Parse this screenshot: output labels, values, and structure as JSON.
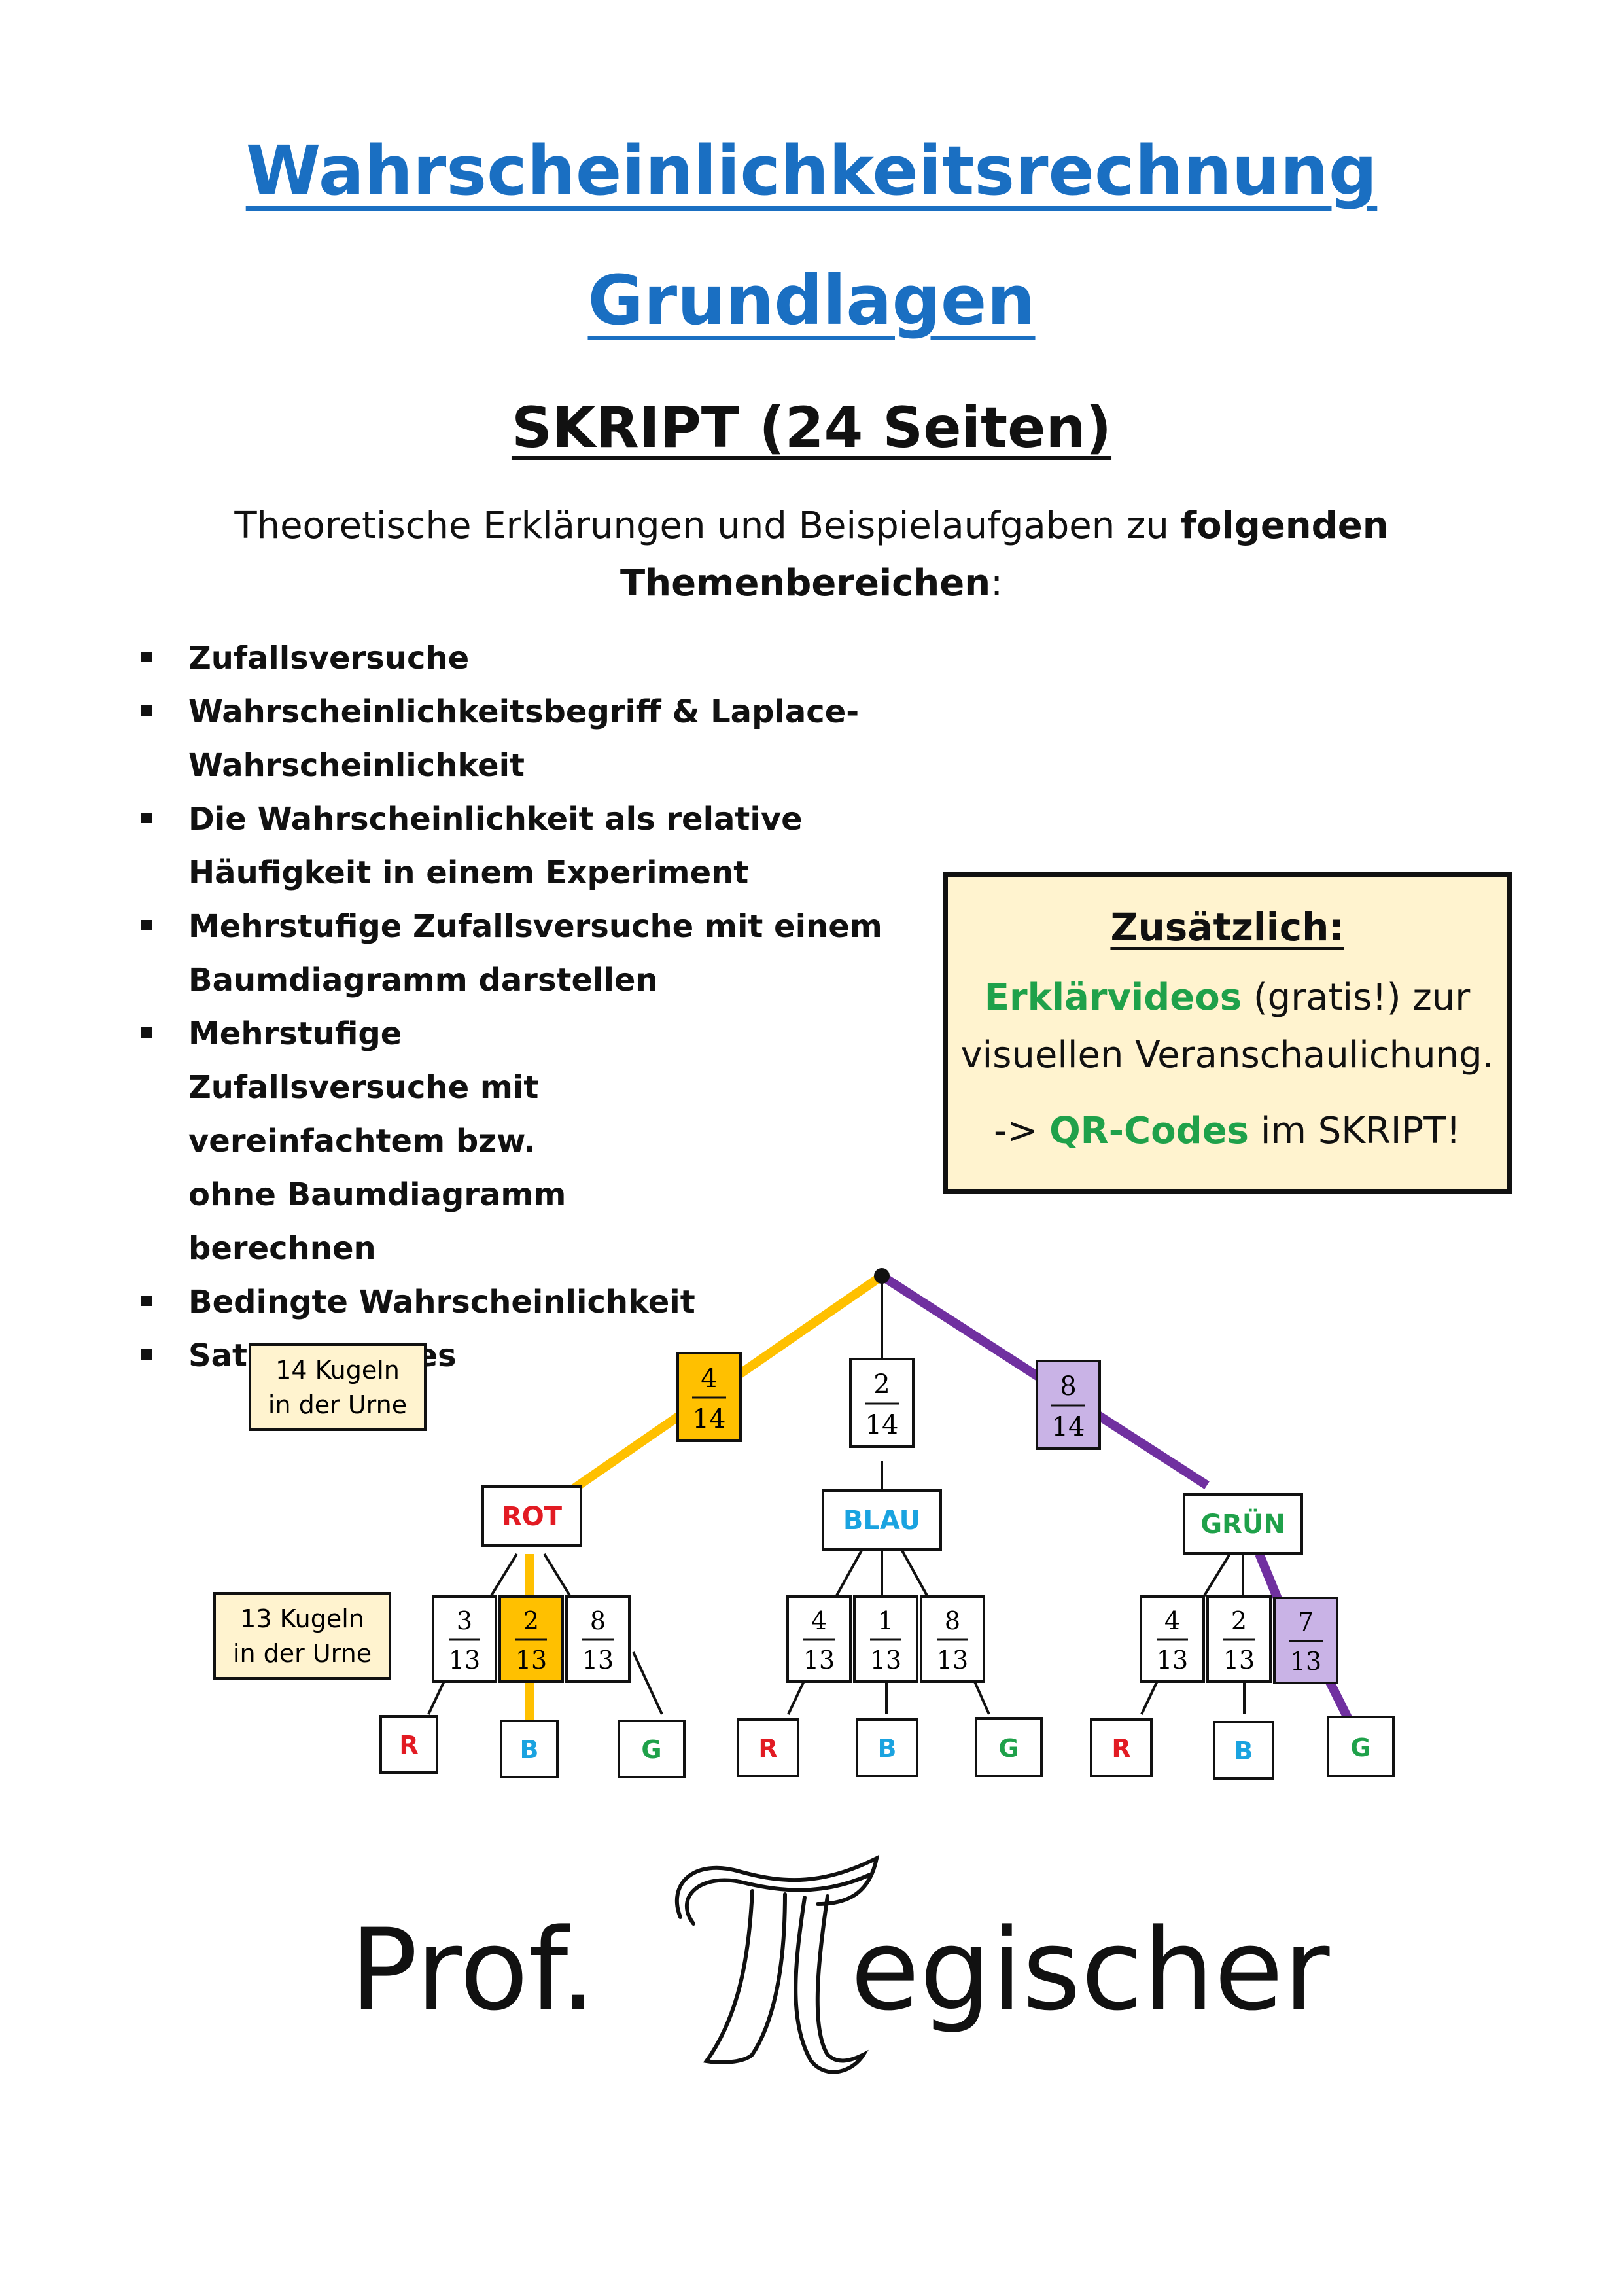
{
  "title_line1": "Wahrscheinlichkeitsrechnung",
  "title_line2": "Grundlagen",
  "subtitle": "SKRIPT (24 Seiten)",
  "intro": {
    "part1": "Theoretische Erklärungen und Beispielaufgaben zu ",
    "bold1": "folgenden",
    "bold2": "Themenbereichen",
    "part2": ":"
  },
  "topics": [
    "Zufallsversuche",
    "Wahrscheinlichkeitsbegriff & Laplace-Wahrscheinlichkeit",
    "Die Wahrscheinlichkeit als relative Häufigkeit in einem Experiment",
    "Mehrstufige Zufallsversuche mit einem Baumdiagramm darstellen",
    "Mehrstufige Zufallsversuche mit vereinfachtem bzw. ohne Baumdiagramm berechnen",
    "Bedingte Wahrscheinlichkeit",
    "Satz von Bayes"
  ],
  "extra_box": {
    "heading": "Zusätzlich:",
    "videos": "Erklärvideos",
    "videos_rest": " (gratis!) zur",
    "line2": "visuellen Veranschaulichung.",
    "arrow": "-> ",
    "qr": "QR-Codes",
    "qr_rest": " im SKRIPT!"
  },
  "tree": {
    "label_top": [
      "14 Kugeln",
      "in der Urne"
    ],
    "label_bottom": [
      "13 Kugeln",
      "in der Urne"
    ],
    "level1": [
      {
        "num": "4",
        "den": "14",
        "node": "ROT"
      },
      {
        "num": "2",
        "den": "14",
        "node": "BLAU"
      },
      {
        "num": "8",
        "den": "14",
        "node": "GRÜN"
      }
    ],
    "level2": [
      [
        {
          "num": "3",
          "den": "13",
          "leaf": "R"
        },
        {
          "num": "2",
          "den": "13",
          "leaf": "B"
        },
        {
          "num": "8",
          "den": "13",
          "leaf": "G"
        }
      ],
      [
        {
          "num": "4",
          "den": "13",
          "leaf": "R"
        },
        {
          "num": "1",
          "den": "13",
          "leaf": "B"
        },
        {
          "num": "8",
          "den": "13",
          "leaf": "G"
        }
      ],
      [
        {
          "num": "4",
          "den": "13",
          "leaf": "R"
        },
        {
          "num": "2",
          "den": "13",
          "leaf": "B"
        },
        {
          "num": "7",
          "den": "13",
          "leaf": "G"
        }
      ]
    ],
    "colors": {
      "red": "#e21b23",
      "blue": "#1aa3e0",
      "green": "#1fa14a",
      "highlight_yellow": "#ffc000",
      "highlight_purple": "#c9b3e6",
      "path_purple": "#7030a0",
      "label_bg": "#fff3cf"
    }
  },
  "logo": {
    "prefix": "Prof.",
    "suffix": "egischer"
  }
}
